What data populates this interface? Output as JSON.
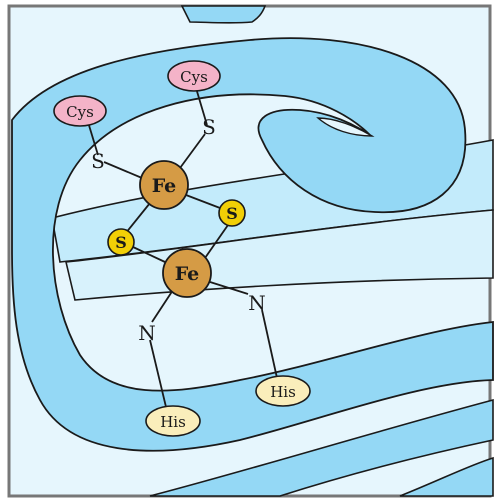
{
  "diagram": {
    "colors": {
      "background": "#e6f6fd",
      "ribbon": "#94d8f5",
      "ribbon_light": "#c3ebfb",
      "outline": "#1a1a1a",
      "iron": "#d59b45",
      "sulfur_bridge": "#f2cf06",
      "cysteine": "#f4b3c8",
      "histidine": "#faeebb"
    },
    "labels": {
      "fe_top": "Fe",
      "fe_bottom": "Fe",
      "s_bridge_right": "S",
      "s_bridge_left": "S",
      "cys_left": "Cys",
      "cys_right": "Cys",
      "s_cys_left": "S",
      "s_cys_right": "S",
      "n_left": "N",
      "n_right": "N",
      "his_left": "His",
      "his_right": "His"
    }
  }
}
